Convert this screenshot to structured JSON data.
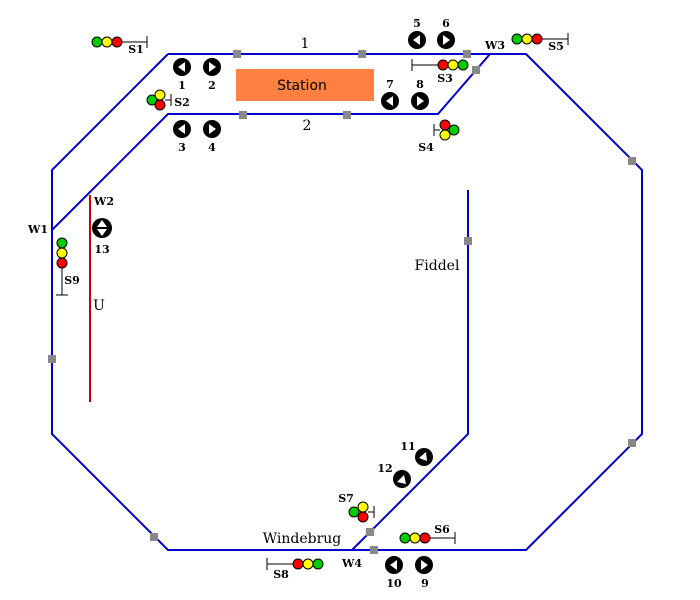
{
  "station": {
    "label": "Station",
    "color": "#ff8040"
  },
  "tracks": {
    "track1_label": "1",
    "track2_label": "2"
  },
  "places": {
    "fiddel": "Fiddel",
    "windebrug": "Windebrug",
    "siding_u": "U"
  },
  "switches": {
    "w1": "W1",
    "w2": "W2",
    "w3": "W3",
    "w4": "W4"
  },
  "signals": {
    "s1": "S1",
    "s2": "S2",
    "s3": "S3",
    "s4": "S4",
    "s5": "S5",
    "s6": "S6",
    "s7": "S7",
    "s8": "S8",
    "s9": "S9"
  },
  "buttons": {
    "b1": "1",
    "b2": "2",
    "b3": "3",
    "b4": "4",
    "b5": "5",
    "b6": "6",
    "b7": "7",
    "b8": "8",
    "b9": "9",
    "b10": "10",
    "b11": "11",
    "b12": "12",
    "b13": "13"
  },
  "colors": {
    "track": "#0000cc",
    "siding": "#cc0000",
    "sensor": "#888888",
    "signal_green": "#00cc00",
    "signal_yellow": "#ffff00",
    "signal_red": "#ff0000"
  }
}
